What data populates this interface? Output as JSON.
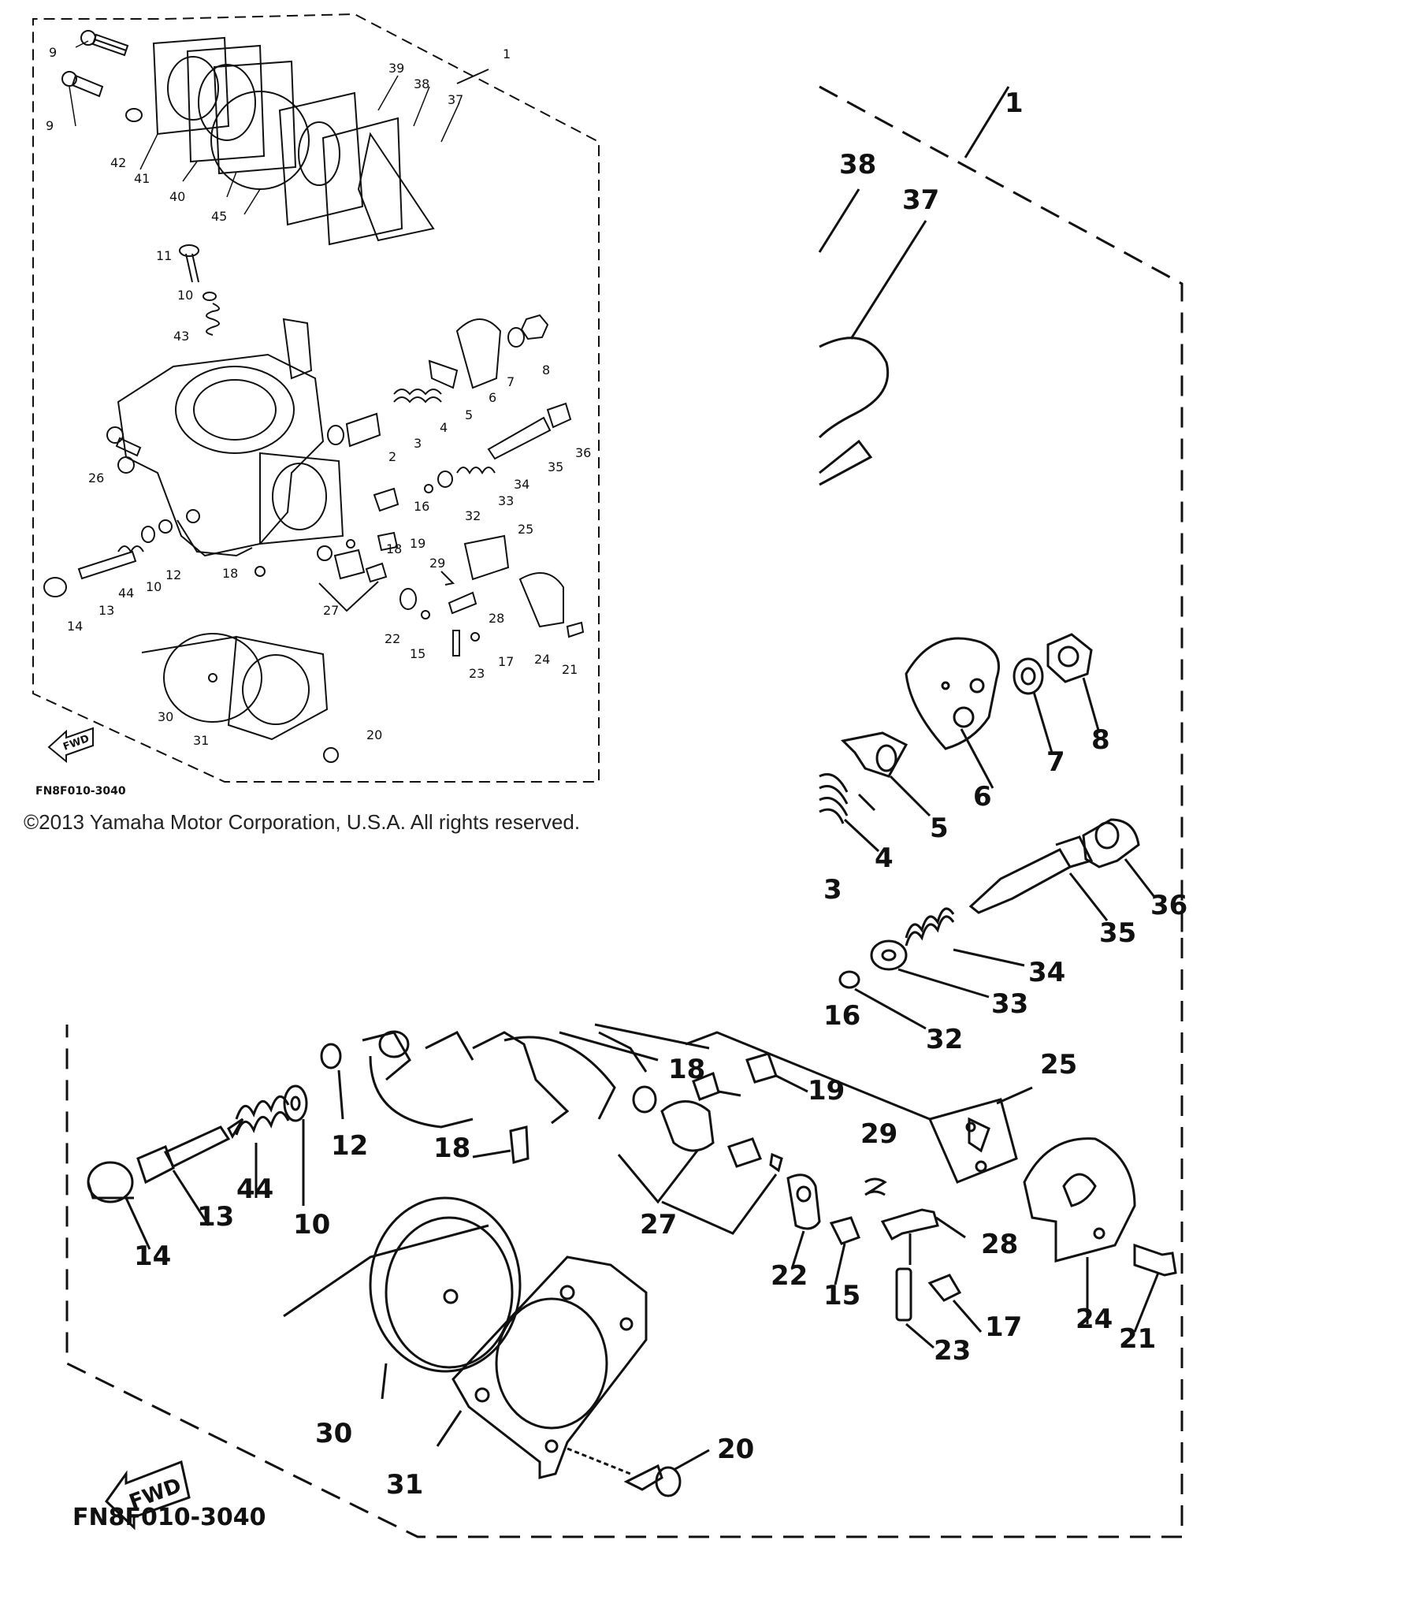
{
  "copyright": "©2013 Yamaha Motor Corporation, U.S.A. All rights reserved.",
  "figure_code": "FN8F010-3040",
  "fwd_label": "FWD",
  "callouts": [
    "1",
    "2",
    "3",
    "4",
    "5",
    "6",
    "7",
    "8",
    "9",
    "10",
    "11",
    "12",
    "13",
    "14",
    "15",
    "16",
    "17",
    "18",
    "19",
    "20",
    "21",
    "22",
    "23",
    "24",
    "25",
    "26",
    "27",
    "28",
    "29",
    "30",
    "31",
    "32",
    "33",
    "34",
    "35",
    "36",
    "37",
    "38",
    "39",
    "40",
    "41",
    "42",
    "43",
    "44",
    "45"
  ]
}
